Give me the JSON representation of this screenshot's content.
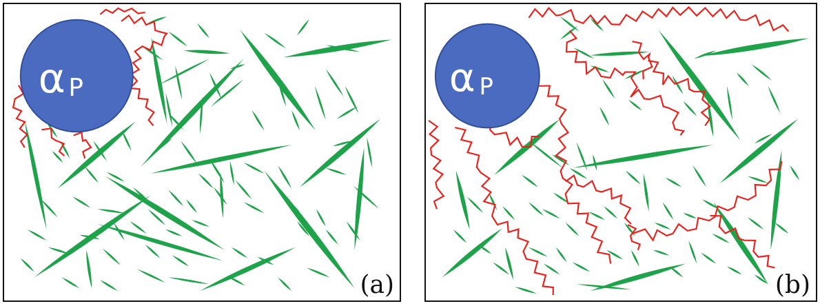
{
  "colors": {
    "fiber": "#1fa34a",
    "path": "#e8221c",
    "particle": "#4a6bbf",
    "particle_stroke": "#2f4f9a",
    "particle_text": "#ffffff",
    "border": "#111111"
  },
  "panels": [
    {
      "id": "a",
      "particle_symbol": "α",
      "particle_subscript": "P",
      "label": "(a)"
    },
    {
      "id": "b",
      "particle_symbol": "α",
      "particle_subscript": "P",
      "label": "(b)"
    }
  ]
}
